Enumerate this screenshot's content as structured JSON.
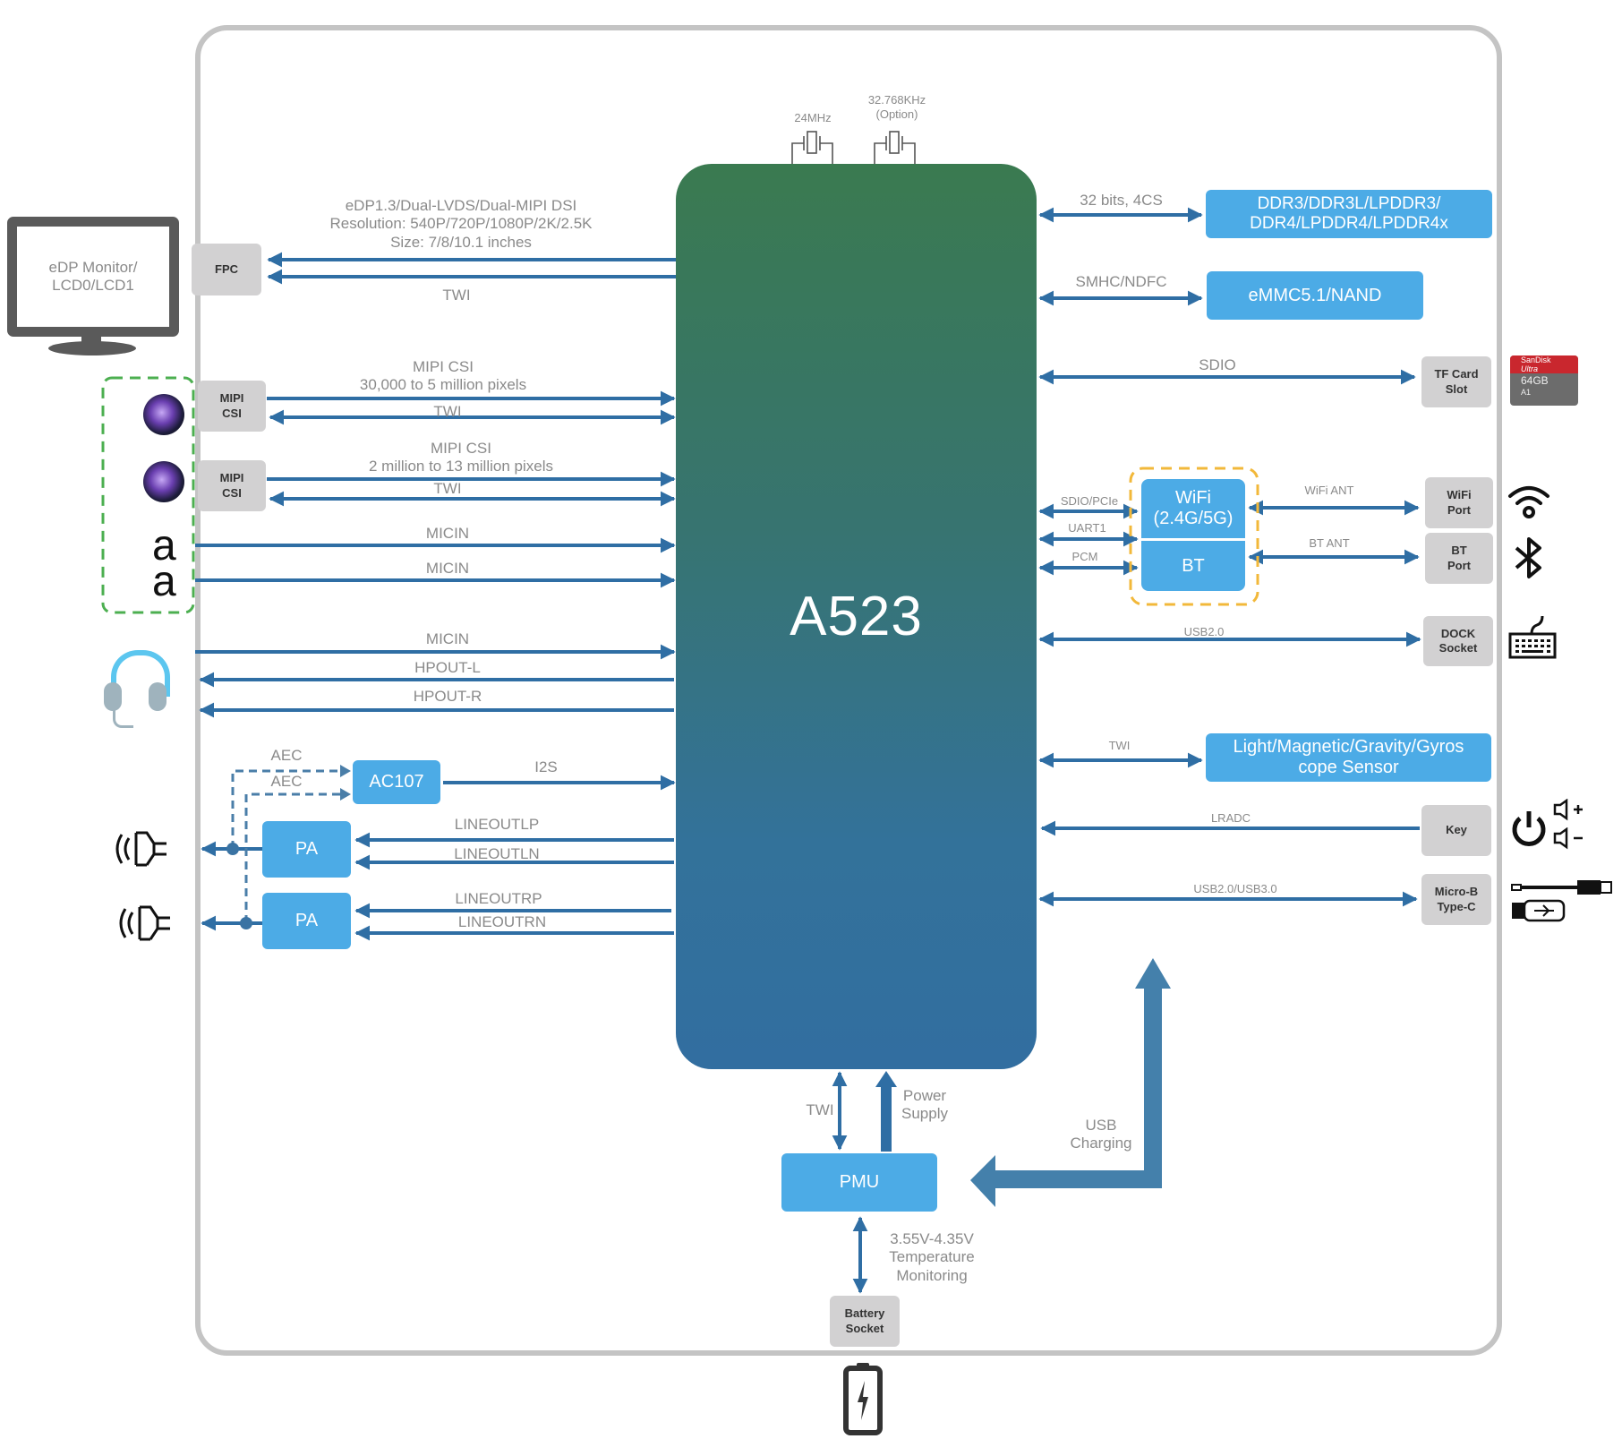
{
  "chip": {
    "name": "A523"
  },
  "crystals": [
    {
      "label": "24MHz"
    },
    {
      "label": "32.768KHz\n(Option)"
    }
  ],
  "left": {
    "display": {
      "monitor_label": "eDP Monitor/\nLCD0/LCD1",
      "connector": "FPC",
      "signal_label": "eDP1.3/Dual-LVDS/Dual-MIPI DSI\nResolution: 540P/720P/1080P/2K/2.5K\nSize: 7/8/10.1 inches",
      "twi_label": "TWI"
    },
    "camera1": {
      "connector": "MIPI\nCSI",
      "signal_label": "MIPI CSI\n30,000 to 5 million pixels",
      "twi_label": "TWI"
    },
    "camera2": {
      "connector": "MIPI\nCSI",
      "signal_label": "MIPI CSI\n2 million to 13 million pixels",
      "twi_label": "TWI"
    },
    "mic1": {
      "label": "MICIN"
    },
    "mic2": {
      "label": "MICIN"
    },
    "headset": {
      "mic_label": "MICIN",
      "hpout_l": "HPOUT-L",
      "hpout_r": "HPOUT-R"
    },
    "audio": {
      "codec": "AC107",
      "aec1": "AEC",
      "aec2": "AEC",
      "i2s": "I2S",
      "pa1": "PA",
      "pa2": "PA",
      "lineoutlp": "LINEOUTLP",
      "lineoutln": "LINEOUTLN",
      "lineoutrp": "LINEOUTRP",
      "lineoutrn": "LINEOUTRN"
    }
  },
  "right": {
    "dram": {
      "bus_label": "32 bits, 4CS",
      "box": "DDR3/DDR3L/LPDDR3/\nDDR4/LPDDR4/LPDDR4x"
    },
    "storage": {
      "bus_label": "SMHC/NDFC",
      "box": "eMMC5.1/NAND"
    },
    "tf": {
      "bus_label": "SDIO",
      "box": "TF Card\nSlot",
      "card_brand": "SanDisk",
      "card_line": "Ultra",
      "card_size": "64GB",
      "card_class": "A1"
    },
    "wireless": {
      "wifi_box": "WiFi\n(2.4G/5G)",
      "bt_box": "BT",
      "sdio_label": "SDIO/PCIe",
      "uart_label": "UART1",
      "pcm_label": "PCM",
      "wifi_ant": "WiFi ANT",
      "bt_ant": "BT ANT",
      "wifi_port": "WiFi\nPort",
      "bt_port": "BT\nPort"
    },
    "dock": {
      "bus_label": "USB2.0",
      "box": "DOCK\nSocket"
    },
    "sensor": {
      "bus_label": "TWI",
      "box": "Light/Magnetic/Gravity/Gyros\ncope Sensor"
    },
    "key": {
      "bus_label": "LRADC",
      "box": "Key"
    },
    "usb": {
      "bus_label": "USB2.0/USB3.0",
      "box": "Micro-B\nType-C"
    }
  },
  "power": {
    "pmu": "PMU",
    "twi_label": "TWI",
    "supply_label": "Power\nSupply",
    "usb_charging": "USB\nCharging",
    "battery_label": "3.55V-4.35V\nTemperature\nMonitoring",
    "battery_socket": "Battery\nSocket"
  },
  "colors": {
    "wire": "#2f6ea4",
    "block_blue": "#4cabe6",
    "connector_grey": "#d2d1d2",
    "frame": "#c4c4c4",
    "chip_top": "#3a7a50",
    "chip_bottom": "#326ea0",
    "wireless_dash": "#f2b83a",
    "sensor_group_dash": "#4caf50"
  }
}
